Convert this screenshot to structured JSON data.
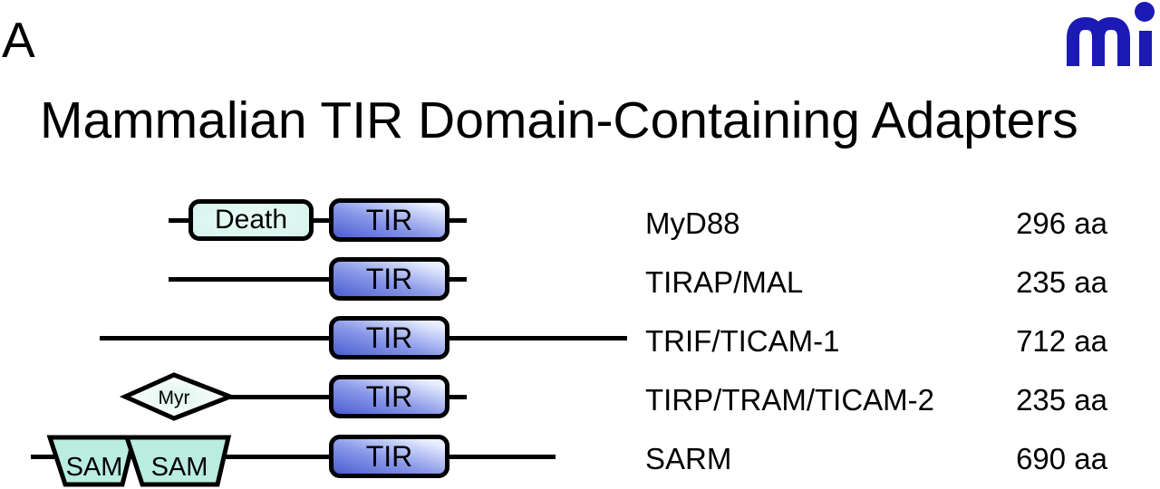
{
  "panel_label": "A",
  "title": "Mammalian TIR Domain-Containing Adapters",
  "logo": {
    "name": "mi-journal-logo",
    "text": "mi",
    "color": "#1b1ab5"
  },
  "domain_labels": {
    "death": "Death",
    "tir": "TIR",
    "myr": "Myr",
    "sam": "SAM"
  },
  "proteins": [
    {
      "name": "MyD88",
      "length": "296 aa"
    },
    {
      "name": "TIRAP/MAL",
      "length": "235 aa"
    },
    {
      "name": "TRIF/TICAM-1",
      "length": "712 aa"
    },
    {
      "name": "TIRP/TRAM/TICAM-2",
      "length": "235 aa"
    },
    {
      "name": "SARM",
      "length": "690 aa"
    }
  ],
  "colors": {
    "background": "#ffffff",
    "line": "#000000",
    "tir_gradient_dark": "#4c5ed2",
    "tir_gradient_mid": "#8a99e9",
    "tir_gradient_light": "#e9efff",
    "death_fill": "#d4f3eb",
    "sam_fill": "#b9eddf",
    "myr_fill": "#dcf4ed",
    "logo_blue": "#1b1ab5"
  }
}
